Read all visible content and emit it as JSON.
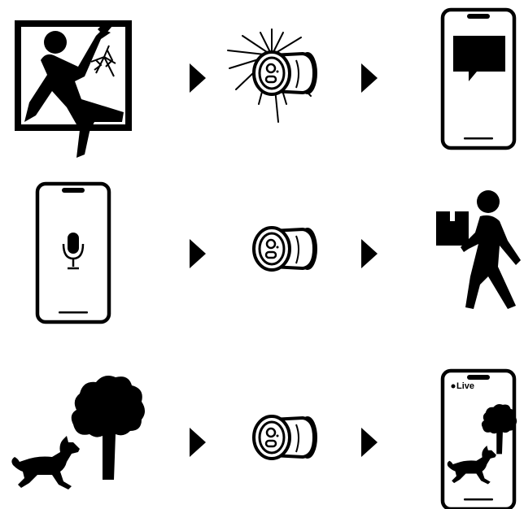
{
  "rows": [
    {
      "id": "intruder-alert",
      "steps": [
        {
          "icon": "burglar-window-icon"
        },
        {
          "icon": "flashing-camera-icon"
        },
        {
          "icon": "phone-message-icon"
        }
      ]
    },
    {
      "id": "two-way-talk",
      "steps": [
        {
          "icon": "phone-microphone-icon"
        },
        {
          "icon": "camera-icon"
        },
        {
          "icon": "delivery-person-icon"
        }
      ]
    },
    {
      "id": "live-view",
      "steps": [
        {
          "icon": "dog-tree-icon"
        },
        {
          "icon": "camera-icon"
        },
        {
          "icon": "phone-live-view-icon"
        }
      ]
    }
  ],
  "live_view": {
    "label": "Live"
  },
  "colors": {
    "ink": "#000000",
    "background": "#ffffff"
  }
}
